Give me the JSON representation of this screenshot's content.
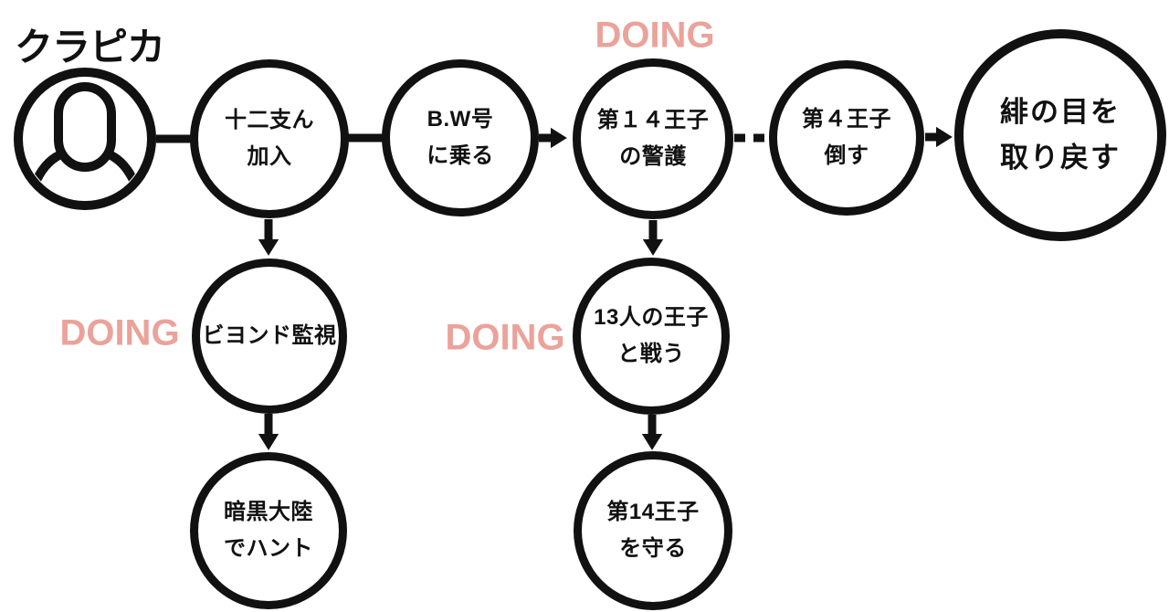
{
  "title": "クラピカ",
  "colors": {
    "ink": "#111111",
    "doing_label": "#eba29a",
    "background": "#ffffff"
  },
  "doing_labels": {
    "guard_14th_prince": "DOING",
    "watch_beyond": "DOING",
    "fight_13_princes": "DOING"
  },
  "nodes": {
    "avatar": {
      "icon": "person-icon"
    },
    "join_zodiacs": {
      "line1": "十二支ん",
      "line2": "加入"
    },
    "board_bw_ship": {
      "line1": "B.W号",
      "line2": "に乗る"
    },
    "guard_14th_prince": {
      "line1": "第１４王子",
      "line2": "の警護"
    },
    "defeat_4th_prince": {
      "line1": "第４王子",
      "line2": "倒す"
    },
    "reclaim_scarlet_eyes": {
      "line1": "緋の目を",
      "line2": "取り戻す"
    },
    "watch_beyond": {
      "line1": "ビヨンド監視"
    },
    "hunt_dark_continent": {
      "line1": "暗黒大陸",
      "line2": "でハント"
    },
    "fight_13_princes": {
      "line1": "13人の王子",
      "line2": "と戦う"
    },
    "protect_14th_prince": {
      "line1": "第14王子",
      "line2": "を守る"
    }
  },
  "connectors": [
    {
      "from": "avatar",
      "to": "join_zodiacs",
      "style": "line"
    },
    {
      "from": "join_zodiacs",
      "to": "board_bw_ship",
      "style": "line"
    },
    {
      "from": "board_bw_ship",
      "to": "guard_14th_prince",
      "style": "arrow"
    },
    {
      "from": "guard_14th_prince",
      "to": "defeat_4th_prince",
      "style": "dashed-line"
    },
    {
      "from": "defeat_4th_prince",
      "to": "reclaim_scarlet_eyes",
      "style": "dashed-arrow"
    },
    {
      "from": "join_zodiacs",
      "to": "watch_beyond",
      "style": "arrow"
    },
    {
      "from": "watch_beyond",
      "to": "hunt_dark_continent",
      "style": "arrow"
    },
    {
      "from": "guard_14th_prince",
      "to": "fight_13_princes",
      "style": "arrow"
    },
    {
      "from": "fight_13_princes",
      "to": "protect_14th_prince",
      "style": "arrow"
    }
  ]
}
